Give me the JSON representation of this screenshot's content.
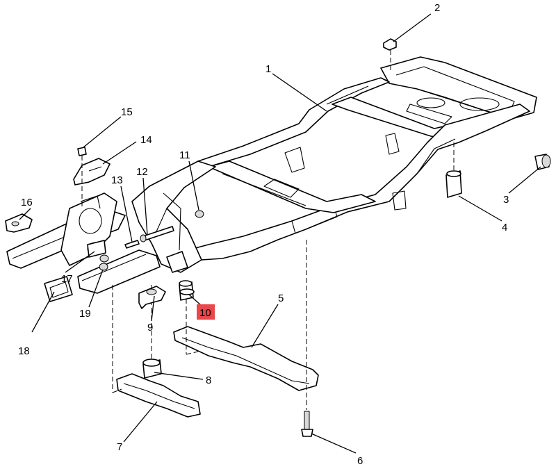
{
  "callouts": {
    "c1": "1",
    "c2": "2",
    "c3": "3",
    "c4": "4",
    "c5": "5",
    "c6": "6",
    "c7": "7",
    "c8": "8",
    "c9": "9",
    "c10": "10",
    "c11": "11",
    "c12": "12",
    "c13": "13",
    "c14": "14",
    "c15": "15",
    "c16": "16",
    "c17": "17",
    "c18": "18",
    "c19": "19"
  },
  "highlight": {
    "callout": "10",
    "color": "#e8474c"
  }
}
